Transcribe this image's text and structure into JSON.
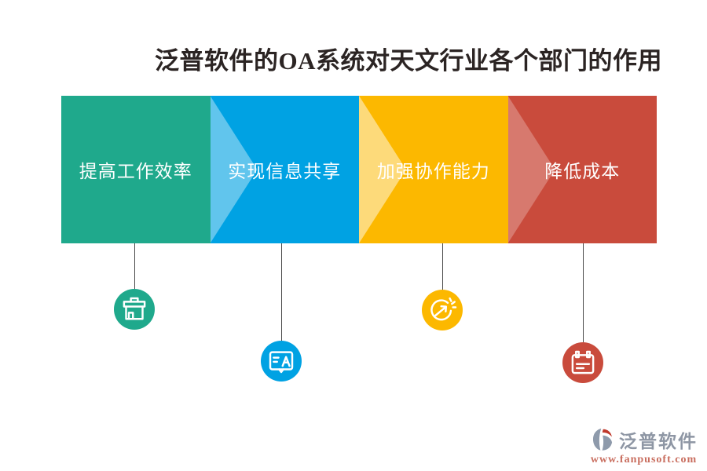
{
  "title": "泛普软件的OA系统对天文行业各个部门的作用",
  "blocks": [
    {
      "label": "提高工作效率",
      "color": "#1fa98c",
      "icon": "toolbox-icon"
    },
    {
      "label": "实现信息共享",
      "color": "#00a2e3",
      "icon": "chat-bubble-a-icon"
    },
    {
      "label": "加强协作能力",
      "color": "#fcb800",
      "icon": "boost-arrow-icon"
    },
    {
      "label": "降低成本",
      "color": "#c94b3c",
      "icon": "calendar-icon"
    }
  ],
  "colors": {
    "title_text": "#2b2423",
    "block_text": "#ffffff",
    "connector_line": "#4a4a4a",
    "brand_gray": "#8e96a4",
    "brand_red": "#c96e5f",
    "logo_slate": "#8e9aab",
    "logo_swoosh_red": "#c0392b"
  },
  "footer": {
    "brand": "泛普软件",
    "url": "www.fanpusoft.com",
    "logo": "fanpu-leaf-logo"
  }
}
